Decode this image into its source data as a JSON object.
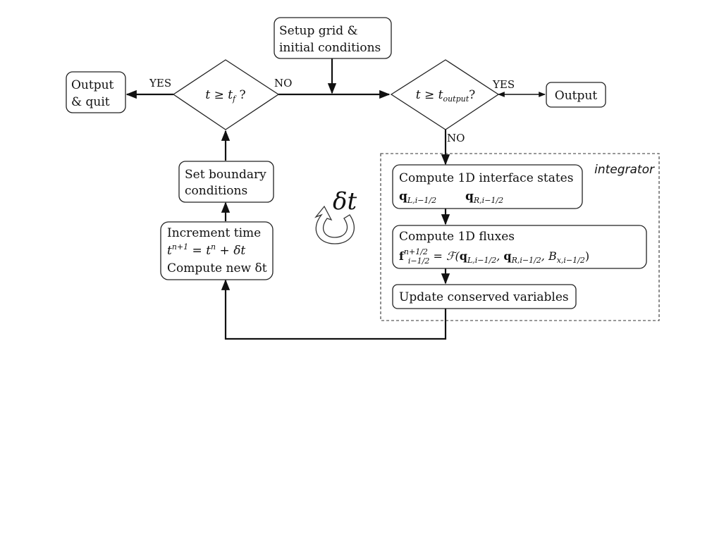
{
  "nodes": {
    "setup": {
      "line1": "Setup grid &",
      "line2": "initial conditions"
    },
    "output_quit": {
      "line1": "Output",
      "line2": "& quit"
    },
    "output": {
      "label": "Output"
    },
    "decision_tf": {
      "lhs": "t ≥ t",
      "sub": "f",
      "suffix": " ?"
    },
    "decision_output": {
      "lhs": "t ≥ t",
      "sub": "output",
      "suffix": "?"
    },
    "boundary": {
      "line1": "Set boundary",
      "line2": "conditions"
    },
    "increment": {
      "line1": "Increment time",
      "eq_lhs": "t",
      "eq_lhs_sup": "n+1",
      "eq_mid": " = t",
      "eq_mid_sup": "n",
      "eq_rhs": " + δt",
      "line3": "Compute new δt"
    },
    "interface": {
      "line1": "Compute 1D interface states",
      "qL": "q",
      "qL_sub": "L,i−1/2",
      "qR": "q",
      "qR_sub": "R,i−1/2"
    },
    "fluxes": {
      "line1": "Compute 1D fluxes",
      "f": "f",
      "f_sup": "n+1/2",
      "f_sub": "i−1/2",
      "eq": " = ℱ(",
      "a1": "q",
      "a1_sub": "L,i−1/2",
      "a2": "q",
      "a2_sub": "R,i−1/2",
      "a3": "B",
      "a3_sub": "x,i−1/2",
      "close": ")"
    },
    "update": {
      "label": "Update conserved variables"
    }
  },
  "edges": {
    "yes_left": "YES",
    "no_right": "NO",
    "yes_right": "YES",
    "no_down": "NO"
  },
  "integrator": {
    "label": "integrator"
  },
  "timestep": {
    "label": "δt"
  }
}
